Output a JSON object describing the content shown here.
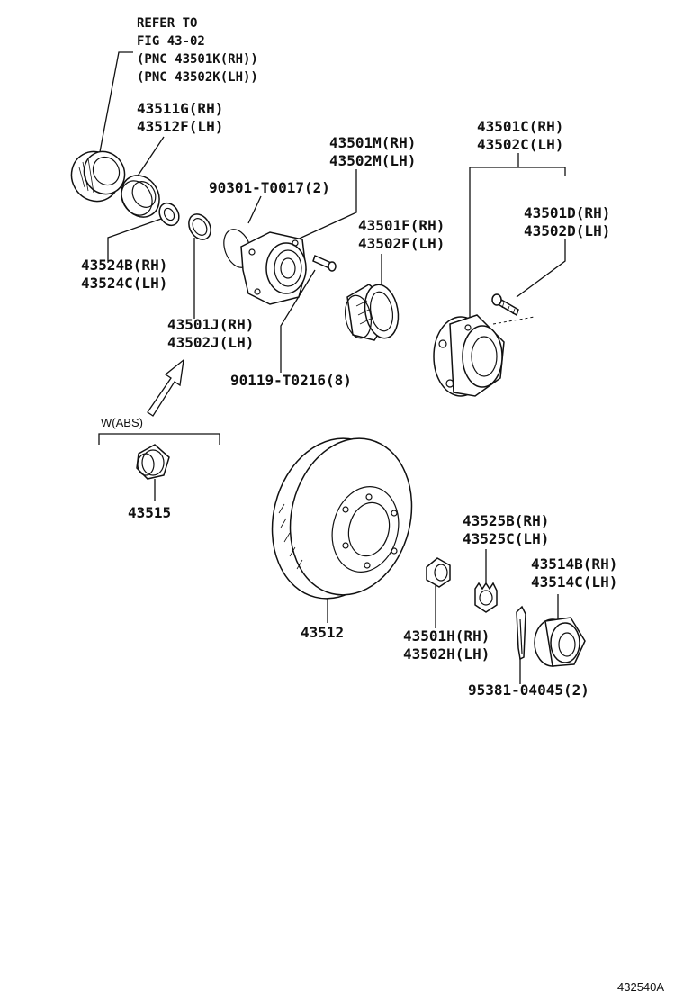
{
  "figure_code": "432540A",
  "refer_note": {
    "line1": "REFER TO",
    "line2": "FIG 43-02",
    "line3": "(PNC 43501K(RH))",
    "line4": "(PNC 43502K(LH))"
  },
  "abs_group": {
    "label": "W(ABS)",
    "part": "43515"
  },
  "callouts": [
    {
      "rh": "43511G(RH)",
      "lh": "43512F(LH)"
    },
    {
      "rh": "43524B(RH)",
      "lh": "43524C(LH)"
    },
    {
      "rh": "43501J(RH)",
      "lh": "43502J(LH)"
    },
    {
      "single": "90301-T0017(2)"
    },
    {
      "rh": "43501M(RH)",
      "lh": "43502M(LH)"
    },
    {
      "single": "90119-T0216(8)"
    },
    {
      "rh": "43501F(RH)",
      "lh": "43502F(LH)"
    },
    {
      "rh": "43501C(RH)",
      "lh": "43502C(LH)"
    },
    {
      "rh": "43501D(RH)",
      "lh": "43502D(LH)"
    },
    {
      "single": "43512"
    },
    {
      "rh": "43525B(RH)",
      "lh": "43525C(LH)"
    },
    {
      "rh": "43514B(RH)",
      "lh": "43514C(LH)"
    },
    {
      "rh": "43501H(RH)",
      "lh": "43502H(LH)"
    },
    {
      "single": "95381-04045(2)"
    }
  ]
}
